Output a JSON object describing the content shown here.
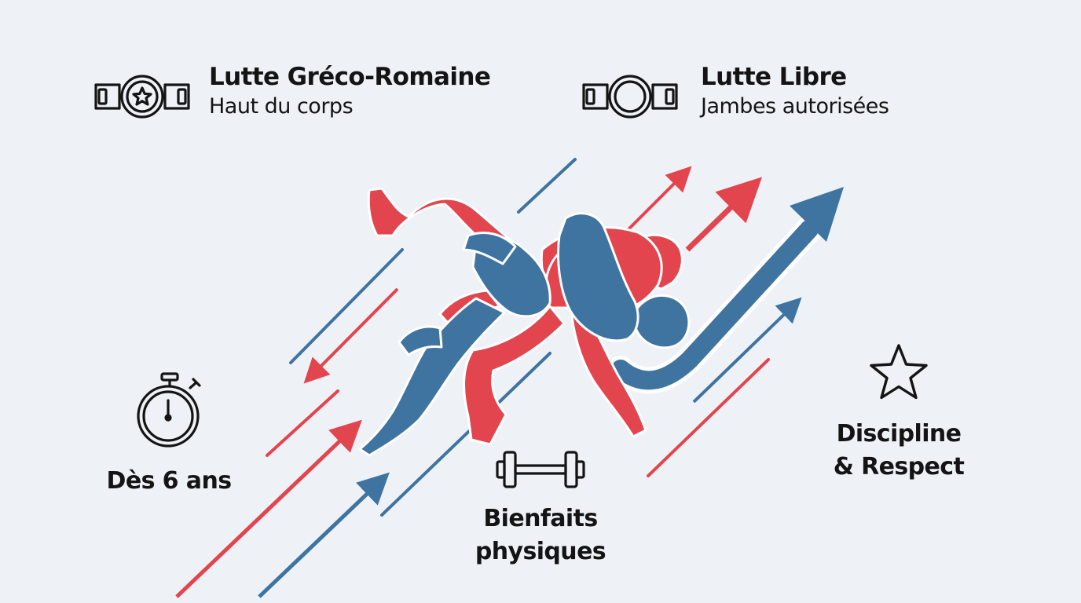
{
  "greco": {
    "title": "Lutte Gréco-Romaine",
    "subtitle": "Haut du corps",
    "icon": "championship-belt-star-icon"
  },
  "libre": {
    "title": "Lutte Libre",
    "subtitle": "Jambes autorisées",
    "icon": "championship-belt-icon"
  },
  "age": {
    "label": "Dès 6 ans",
    "icon": "stopwatch-icon"
  },
  "benefits": {
    "line1": "Bienfaits",
    "line2": "physiques",
    "icon": "dumbbell-icon"
  },
  "values": {
    "line1": "Discipline",
    "line2": "& Respect",
    "icon": "star-icon"
  },
  "colors": {
    "red": "#e2454d",
    "blue": "#3f74a0",
    "background": "#eef2f7",
    "text": "#141414"
  }
}
